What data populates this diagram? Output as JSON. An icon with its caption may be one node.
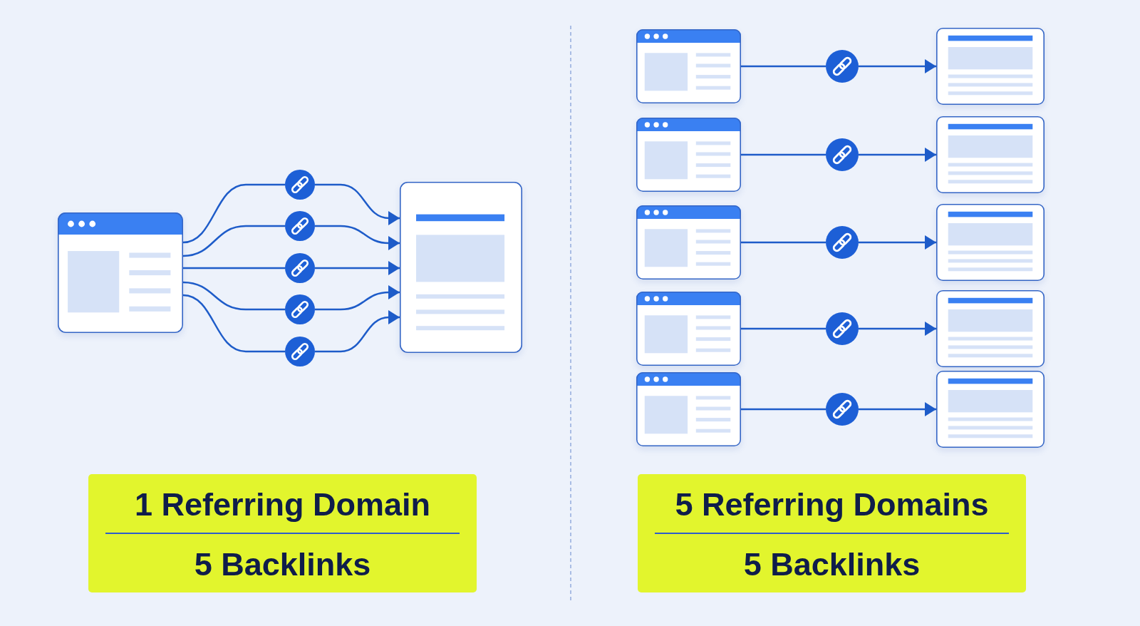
{
  "diagram": {
    "nodes": [
      {
        "text": [],
        "shape": "window"
      },
      {
        "text": [],
        "shape": "circle"
      },
      {
        "text": [],
        "shape": "circle"
      },
      {
        "text": [],
        "shape": "circle"
      },
      {
        "text": [],
        "shape": "circle"
      },
      {
        "text": [],
        "shape": "circle"
      },
      {
        "text": [],
        "shape": "page"
      },
      {
        "text": [],
        "shape": "window"
      },
      {
        "text": [],
        "shape": "circle"
      },
      {
        "text": [],
        "shape": "page"
      },
      {
        "text": [],
        "shape": "window"
      },
      {
        "text": [],
        "shape": "circle"
      },
      {
        "text": [],
        "shape": "page"
      },
      {
        "text": [],
        "shape": "window"
      },
      {
        "text": [],
        "shape": "circle"
      },
      {
        "text": [],
        "shape": "page"
      },
      {
        "text": [],
        "shape": "window"
      },
      {
        "text": [],
        "shape": "circle"
      },
      {
        "text": [],
        "shape": "page"
      },
      {
        "text": [],
        "shape": "window"
      },
      {
        "text": [],
        "shape": "circle"
      },
      {
        "text": [],
        "shape": "page"
      },
      {
        "text": [
          "1 Referring Domain",
          "5 Backlinks"
        ]
      },
      {
        "text": [
          "5 Referring Domains",
          "5 Backlinks"
        ]
      }
    ],
    "edges": [
      {
        "from": 0,
        "to": 1,
        "arrow": "none"
      },
      {
        "from": 1,
        "to": 6,
        "arrow": "to"
      },
      {
        "from": 0,
        "to": 2,
        "arrow": "none"
      },
      {
        "from": 2,
        "to": 6,
        "arrow": "to"
      },
      {
        "from": 0,
        "to": 3,
        "arrow": "none"
      },
      {
        "from": 3,
        "to": 6,
        "arrow": "to"
      },
      {
        "from": 0,
        "to": 4,
        "arrow": "none"
      },
      {
        "from": 4,
        "to": 6,
        "arrow": "to"
      },
      {
        "from": 0,
        "to": 5,
        "arrow": "none"
      },
      {
        "from": 5,
        "to": 6,
        "arrow": "to"
      },
      {
        "from": 7,
        "to": 8,
        "arrow": "none"
      },
      {
        "from": 8,
        "to": 9,
        "arrow": "to"
      },
      {
        "from": 10,
        "to": 11,
        "arrow": "none"
      },
      {
        "from": 11,
        "to": 12,
        "arrow": "to"
      },
      {
        "from": 13,
        "to": 14,
        "arrow": "none"
      },
      {
        "from": 14,
        "to": 15,
        "arrow": "to"
      },
      {
        "from": 16,
        "to": 17,
        "arrow": "none"
      },
      {
        "from": 17,
        "to": 18,
        "arrow": "to"
      },
      {
        "from": 19,
        "to": 20,
        "arrow": "none"
      },
      {
        "from": 20,
        "to": 21,
        "arrow": "to"
      }
    ]
  }
}
